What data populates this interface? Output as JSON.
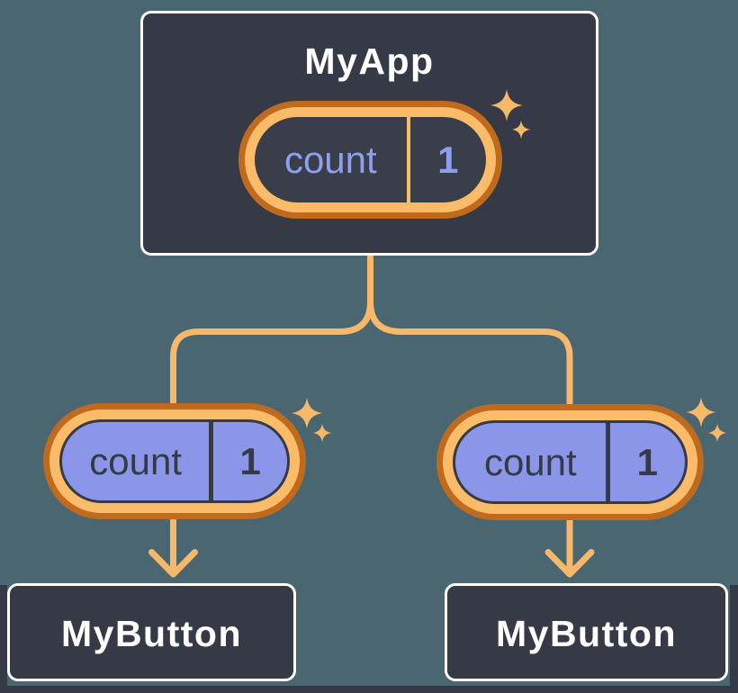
{
  "diagram": {
    "root": {
      "title": "MyApp",
      "state": {
        "label": "count",
        "value": "1"
      }
    },
    "children": [
      {
        "title": "MyButton",
        "state": {
          "label": "count",
          "value": "1"
        }
      },
      {
        "title": "MyButton",
        "state": {
          "label": "count",
          "value": "1"
        }
      }
    ]
  },
  "colors": {
    "background": "#4a6771",
    "box-fill": "#353a46",
    "box-border": "#ffffff",
    "text-light": "#ffffff",
    "orange-dark": "#c06a1e",
    "orange-light": "#fbbc69",
    "line-orange": "#f7b969",
    "pill-interior": "#393e4a",
    "state-fill": "#8b96e8",
    "state-text-dark": "#353a46",
    "state-text-light": "#8c9ff0"
  }
}
